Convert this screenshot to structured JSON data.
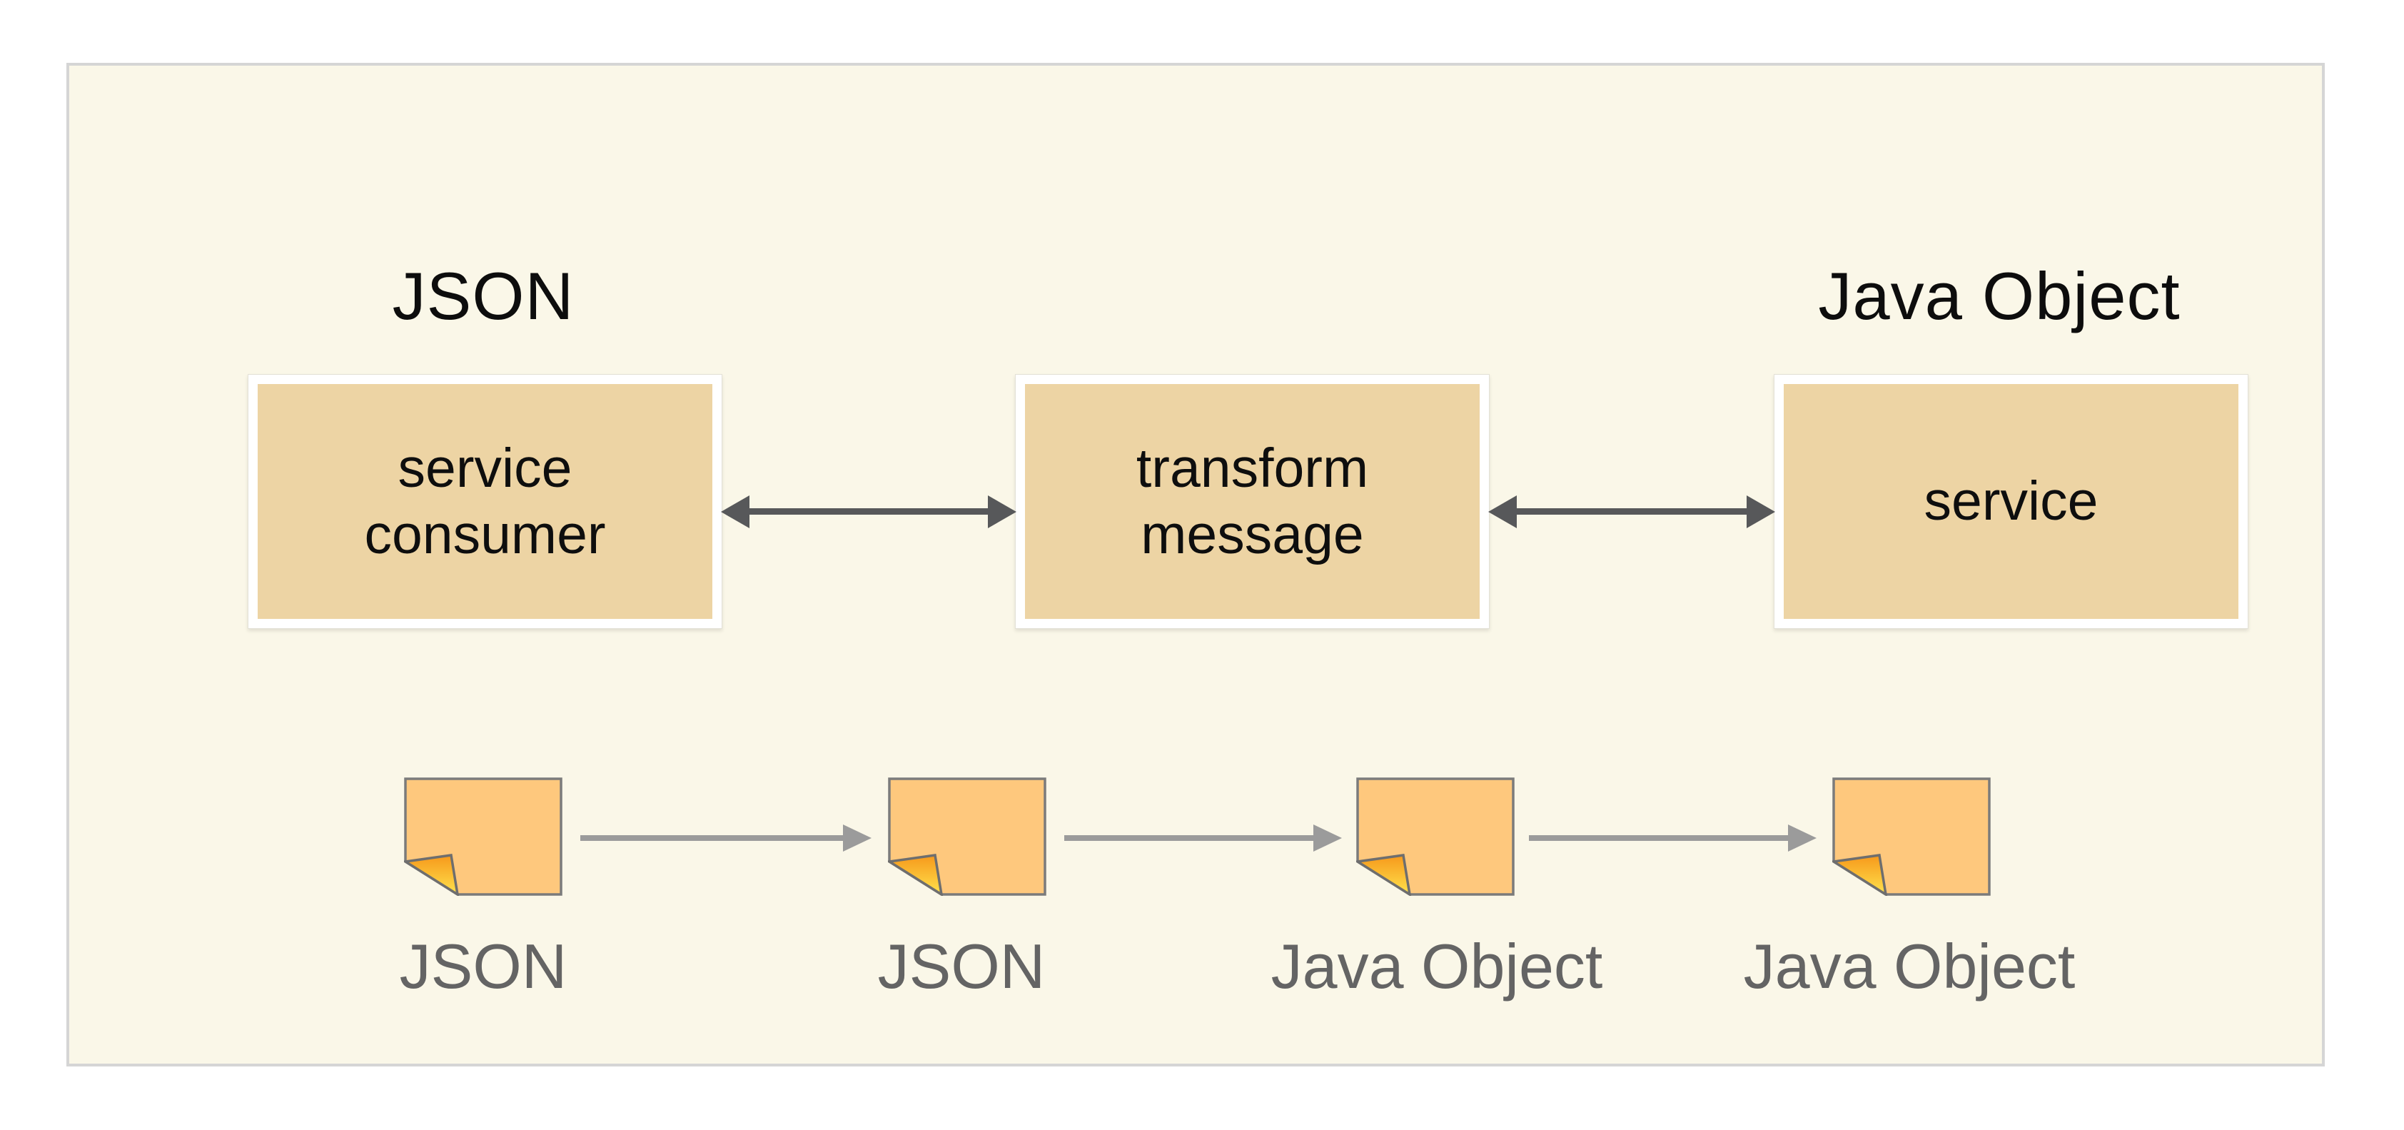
{
  "diagram": {
    "titles": {
      "left": "JSON",
      "right": "Java Object"
    },
    "boxes": [
      {
        "line1": "service",
        "line2": "consumer"
      },
      {
        "line1": "transform",
        "line2": "message"
      },
      {
        "line1": "service",
        "line2": ""
      }
    ],
    "notes": [
      {
        "label": "JSON"
      },
      {
        "label": "JSON"
      },
      {
        "label": "Java Object"
      },
      {
        "label": "Java Object"
      }
    ],
    "icons": {
      "note": "folded-corner-note-icon",
      "top_connector": "double-headed-arrow-icon",
      "bottom_connector": "right-arrow-icon"
    }
  },
  "colors": {
    "page_bg": "#FFFFFF",
    "panel_bg": "#FAF7E8",
    "panel_border": "#D5D5D5",
    "card_frame": "#FFFFFF",
    "card_fill": "#EDD4A4",
    "card_text": "#0E0E0E",
    "title_text": "#0D0D0D",
    "arrow_dark": "#57585A",
    "arrow_light": "#9B9B9B",
    "note_fill": "#FEC87D",
    "note_border": "#7B7B7B",
    "fold_top": "#F6981B",
    "fold_bottom": "#FFE24C",
    "label_text": "#646464"
  }
}
